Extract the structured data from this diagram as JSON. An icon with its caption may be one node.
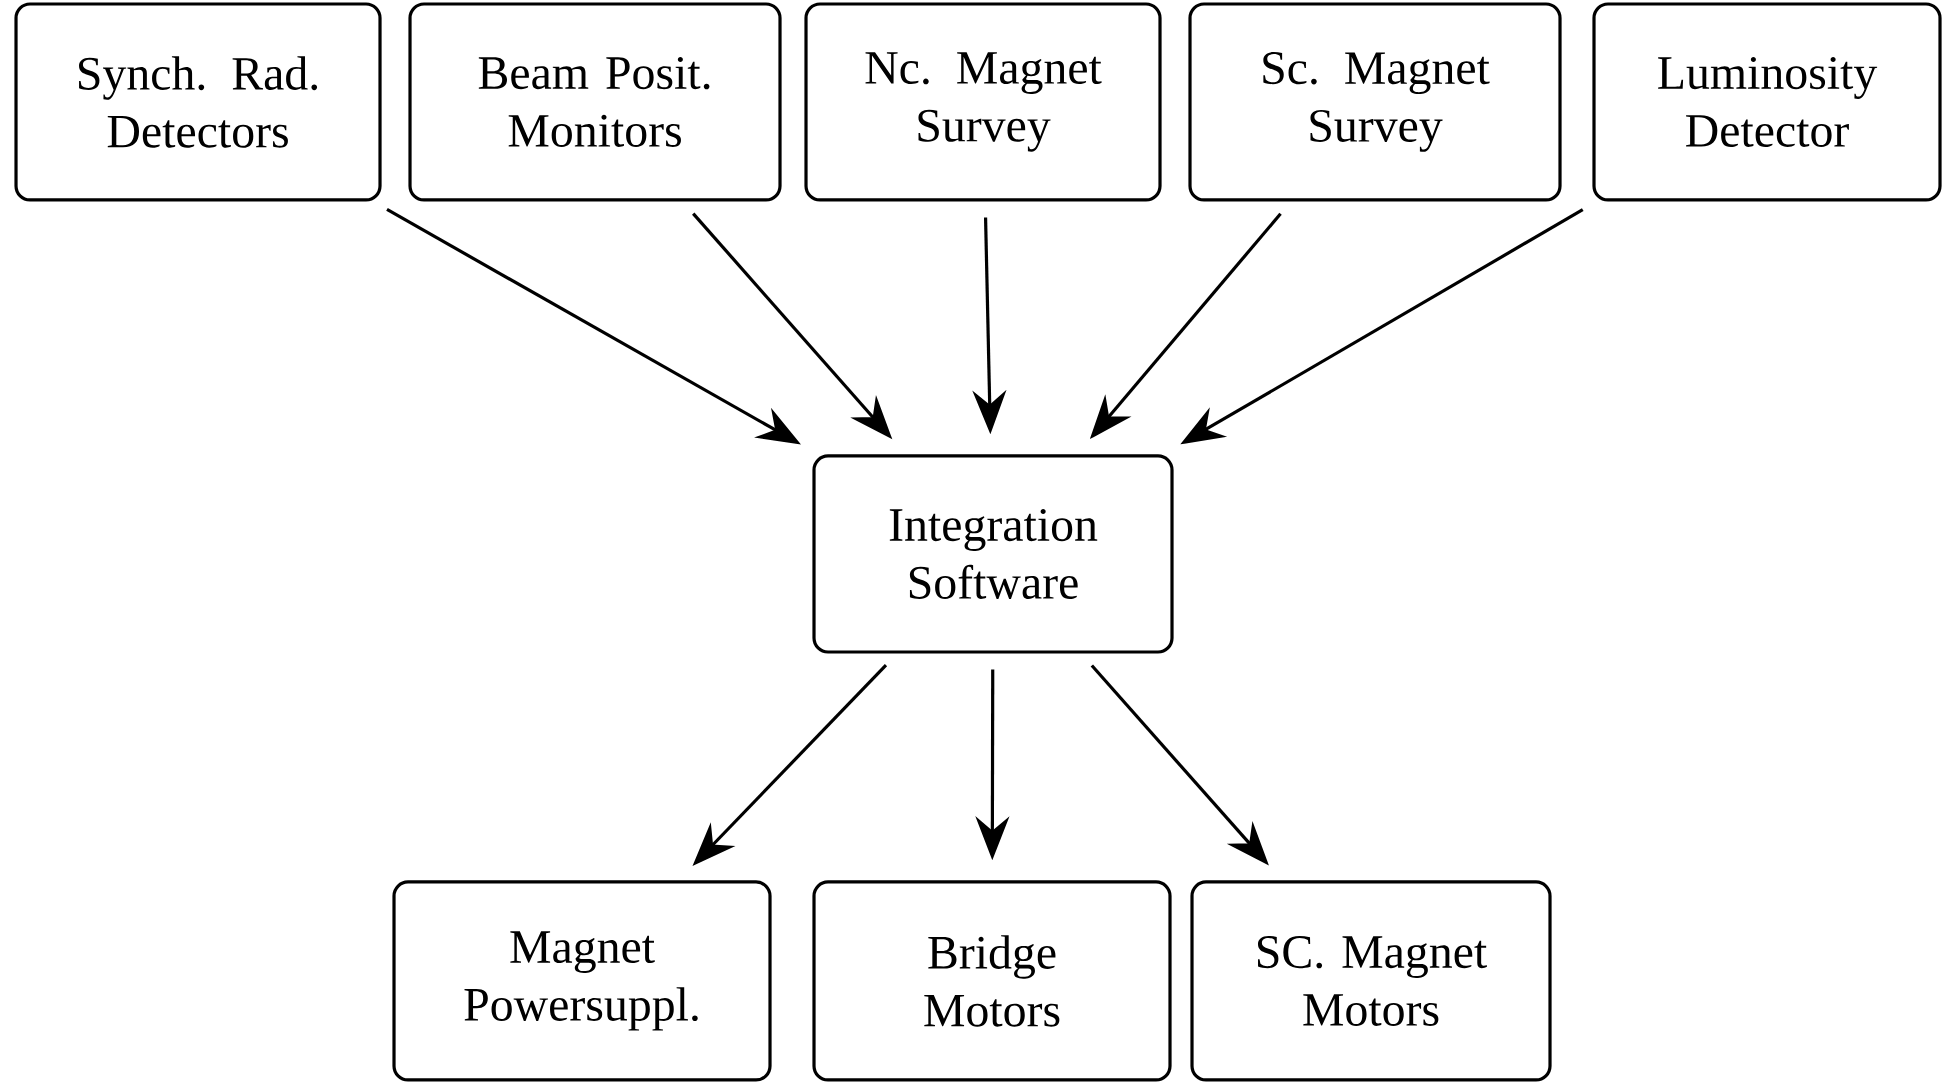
{
  "diagram": {
    "nodes": [
      {
        "text": [
          "Synch. Rad. Detectors"
        ]
      },
      {
        "text": [
          "Beam Posit. Monitors"
        ]
      },
      {
        "text": [
          "Nc. Magnet Survey"
        ]
      },
      {
        "text": [
          "Sc. Magnet Survey"
        ]
      },
      {
        "text": [
          "Luminosity Detector"
        ]
      },
      {
        "text": [
          "Integration Software"
        ]
      },
      {
        "text": [
          "Magnet Powersuppl."
        ]
      },
      {
        "text": [
          "Bridge Motors"
        ]
      },
      {
        "text": [
          "SC. Magnet Motors"
        ]
      }
    ],
    "edges": [
      {
        "from": 0,
        "to": 5,
        "arrow": "to"
      },
      {
        "from": 1,
        "to": 5,
        "arrow": "to"
      },
      {
        "from": 2,
        "to": 5,
        "arrow": "to"
      },
      {
        "from": 3,
        "to": 5,
        "arrow": "to"
      },
      {
        "from": 4,
        "to": 5,
        "arrow": "to"
      },
      {
        "from": 5,
        "to": 6,
        "arrow": "to"
      },
      {
        "from": 5,
        "to": 7,
        "arrow": "to"
      },
      {
        "from": 5,
        "to": 8,
        "arrow": "to"
      }
    ]
  }
}
